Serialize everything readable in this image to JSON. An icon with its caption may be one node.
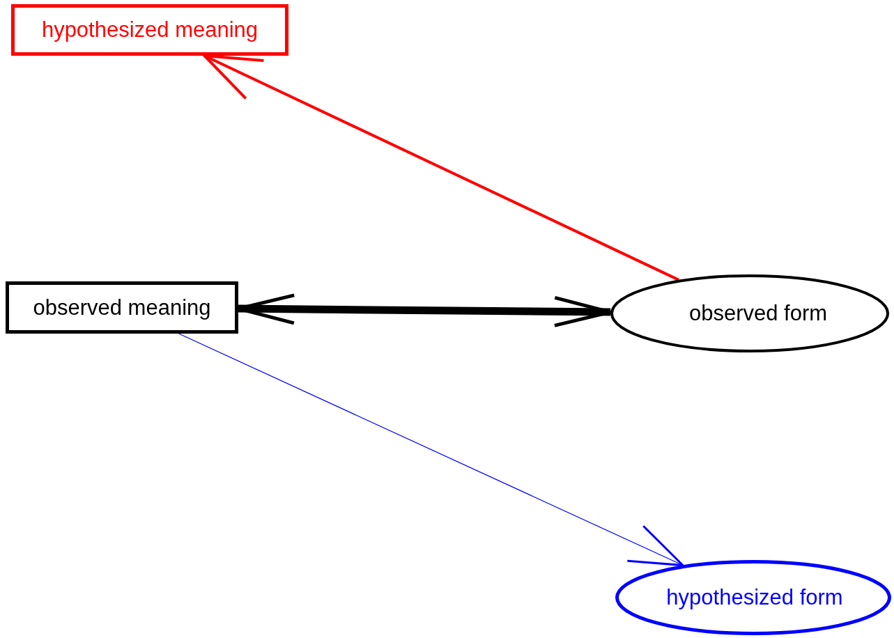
{
  "diagram": {
    "nodes": [
      {
        "text": [
          "hypothesized meaning"
        ]
      },
      {
        "text": [
          "observed meaning"
        ]
      },
      {
        "text": [
          "observed form"
        ]
      },
      {
        "text": [
          "hypothesized form"
        ]
      }
    ],
    "edges": [
      {
        "from": 2,
        "to": 0,
        "arrow": "to",
        "color": "#ff0000"
      },
      {
        "from": 1,
        "to": 2,
        "arrow": "both",
        "style": "thick",
        "color": "#000000"
      },
      {
        "from": 1,
        "to": 3,
        "arrow": "to",
        "color": "#0000ff"
      }
    ]
  }
}
